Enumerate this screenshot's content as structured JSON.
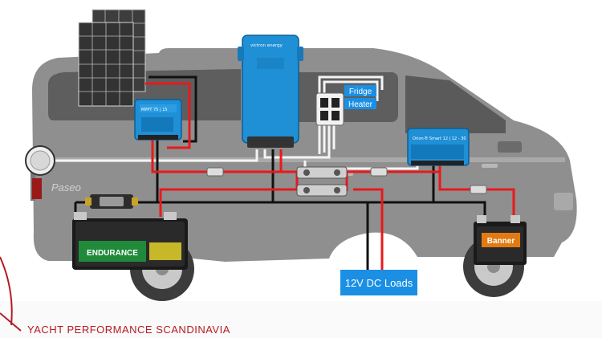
{
  "diagram": {
    "labels": {
      "fridge": "Fridge",
      "heater": "Heater",
      "dc_loads": "12V DC Loads",
      "brand_footer": "YACHT PERFORMANCE SCANDINAVIA",
      "van_badge": "Paseo"
    },
    "devices": {
      "mppt_text": "MPPT 75 | 15",
      "inverter_brand": "victron energy",
      "dcdc_text": "Orion-Tr Smart 12 | 12 - 30",
      "lithium_battery_text": "ENDURANCE",
      "lead_battery_text": "Banner"
    },
    "colors": {
      "positive_wire": "#e8191c",
      "negative_wire": "#111111",
      "signal_wire": "#f4f4f4",
      "victron_blue": "#1f8fd6",
      "label_blue": "#1a8fe3",
      "brand_red": "#b51c24",
      "battery_green": "#1f8a3a",
      "van_gray": "#8d8d8d"
    }
  }
}
